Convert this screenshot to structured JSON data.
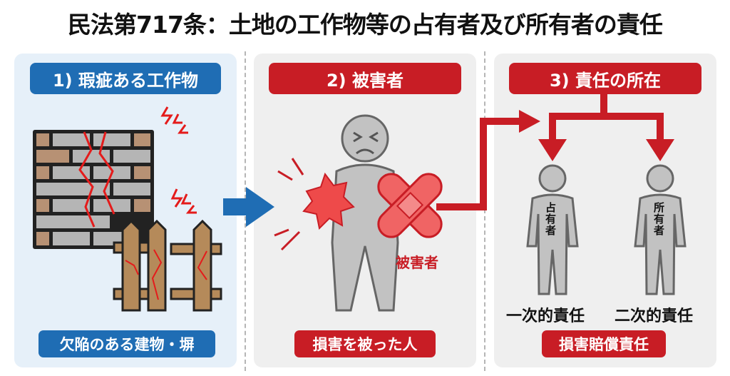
{
  "title": "民法第717条：土地の工作物等の占有者及び所有者の責任",
  "colors": {
    "blue": "#1f6db4",
    "red": "#c81d25",
    "panel_blue": "#e6f0f9",
    "panel_gray": "#efefef",
    "figure_gray": "#bdbdbd"
  },
  "panels": [
    {
      "header": "1) 瑕疵ある工作物",
      "footer": "欠陥のある建物・塀",
      "icons": [
        "cracked-brick-wall",
        "broken-fence",
        "crack-spark"
      ]
    },
    {
      "header": "2) 被害者",
      "footer": "損害を被った人",
      "figure_label": "被害者",
      "icons": [
        "hurt-person",
        "bandage-cross",
        "impact-burst"
      ]
    },
    {
      "header": "3) 責任の所在",
      "footer": "損害賠償責任",
      "persons": [
        {
          "body_text": "占有者",
          "responsibility": "一次的責任"
        },
        {
          "body_text": "所有者",
          "responsibility": "二次的責任"
        }
      ]
    }
  ],
  "arrows": [
    {
      "from": "panel-1",
      "to": "panel-2",
      "color": "blue"
    },
    {
      "from": "panel-2",
      "to": "panel-3",
      "color": "red"
    }
  ]
}
